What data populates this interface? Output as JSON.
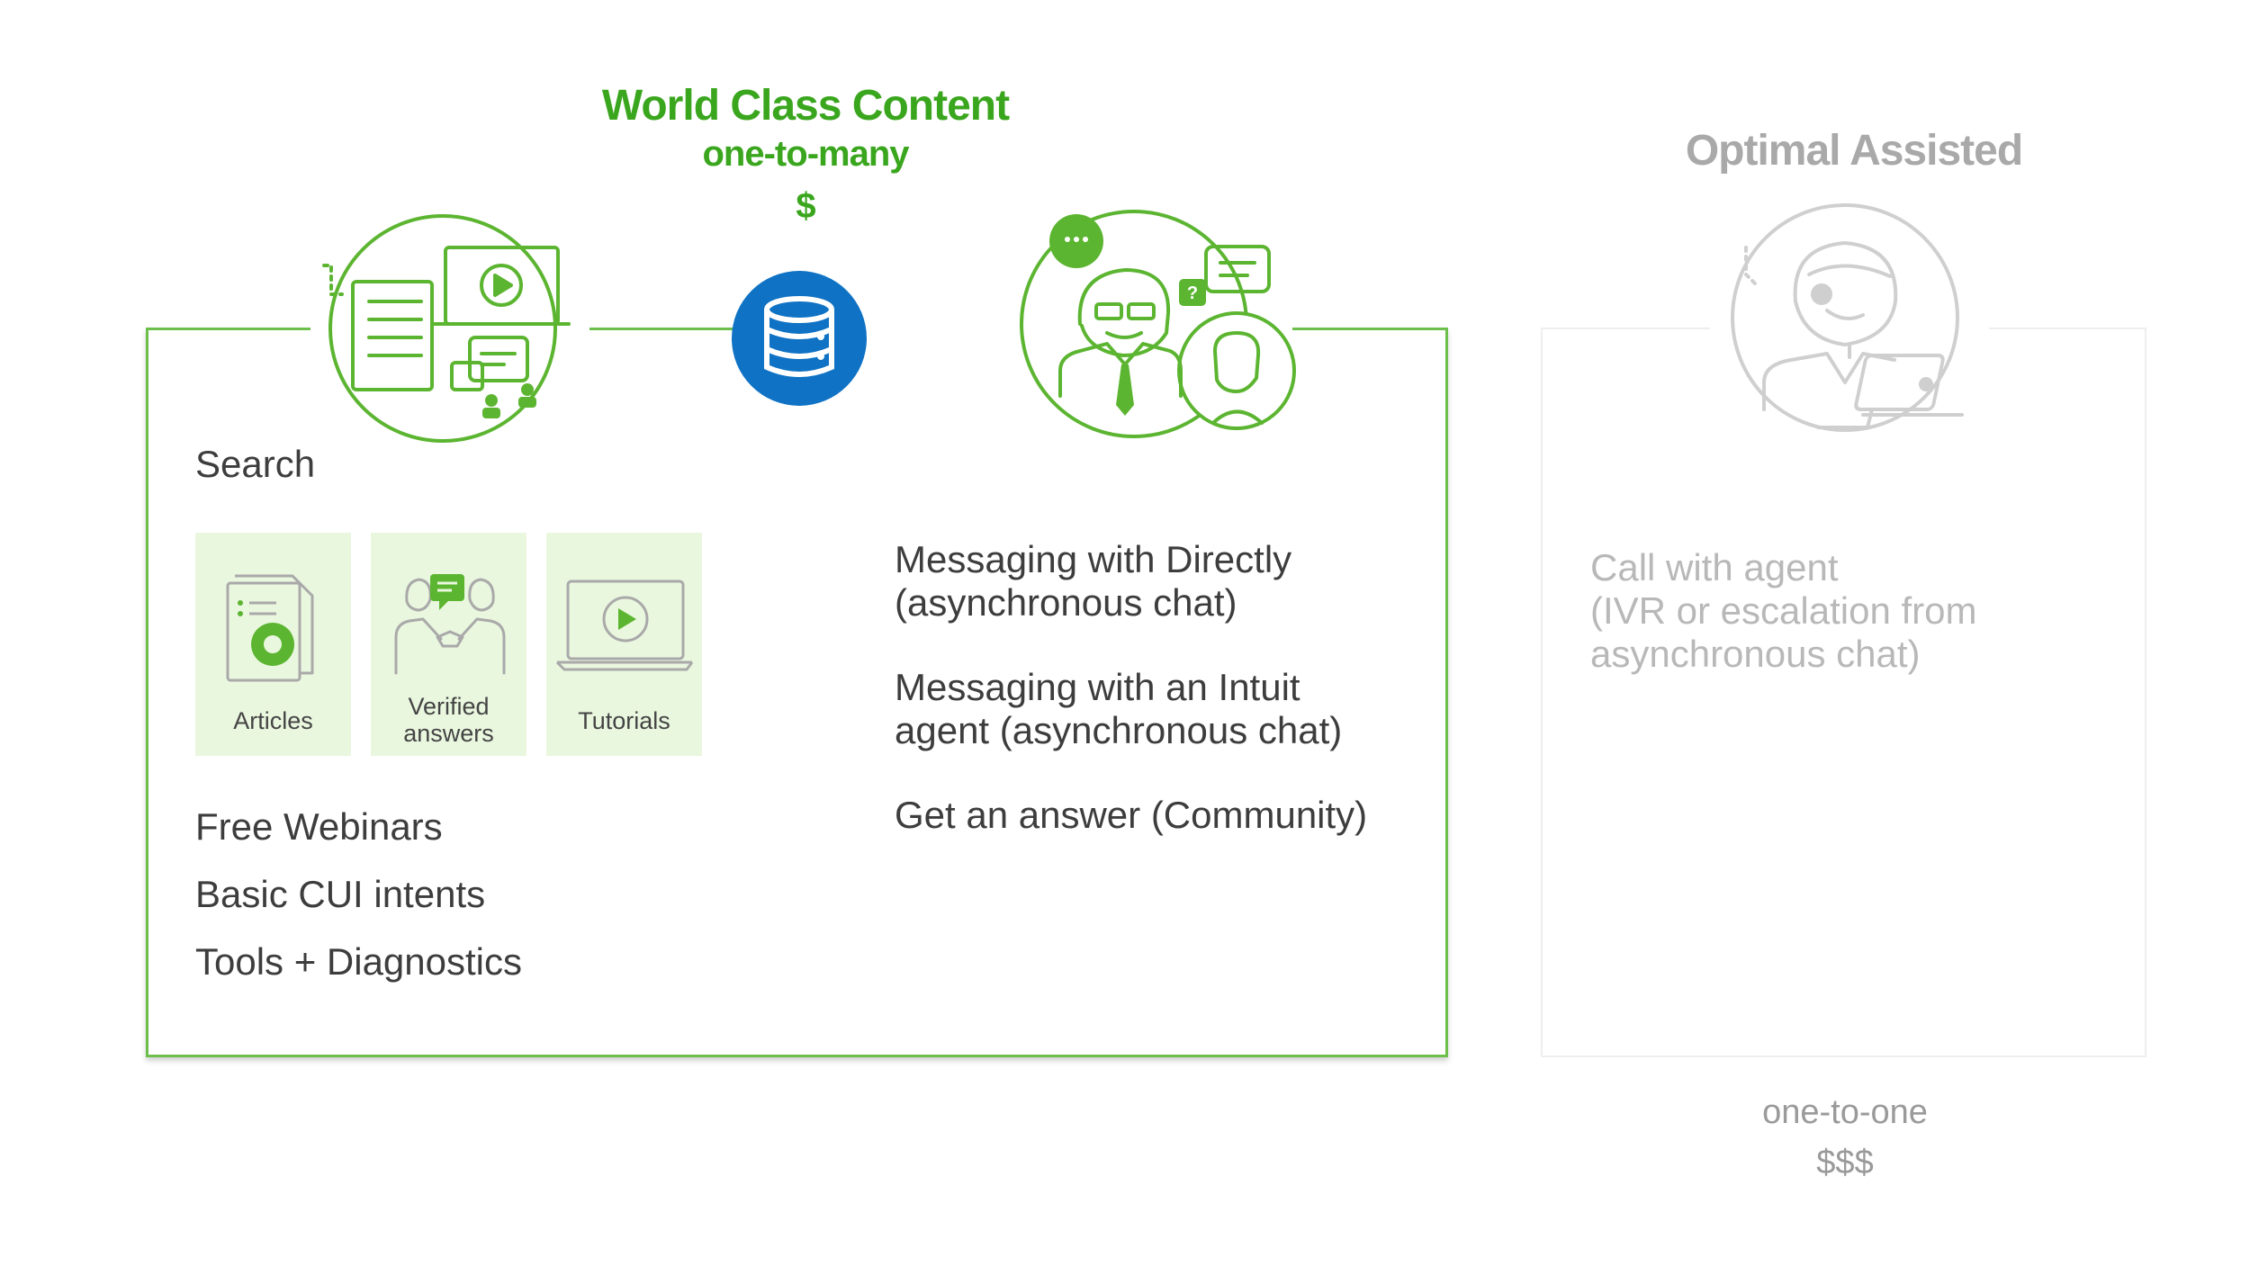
{
  "center_header": {
    "title": "World Class Content",
    "subtitle": "one-to-many",
    "cost": "$"
  },
  "right_header": {
    "title": "Optimal Assisted"
  },
  "left_section": {
    "search_label": "Search",
    "tiles": [
      {
        "label_line1": "Articles",
        "label_line2": ""
      },
      {
        "label_line1": "Verified",
        "label_line2": "answers"
      },
      {
        "label_line1": "Tutorials",
        "label_line2": ""
      }
    ],
    "list_items": [
      "Free Webinars",
      "Basic CUI intents",
      "Tools + Diagnostics"
    ]
  },
  "middle_section": {
    "items": [
      {
        "line1": "Messaging with Directly",
        "line2": "(asynchronous chat)"
      },
      {
        "line1": "Messaging with an Intuit",
        "line2": "agent (asynchronous chat)"
      },
      {
        "line1": "Get an answer (Community)",
        "line2": ""
      }
    ]
  },
  "right_section": {
    "lines": [
      "Call with agent",
      "(IVR or escalation from",
      "asynchronous chat)"
    ]
  },
  "right_footer": {
    "subtitle": "one-to-one",
    "cost": "$$$"
  },
  "icons": [
    "content-documents-icon",
    "database-icon",
    "agent-chat-icon",
    "headset-agent-icon",
    "article-icon",
    "handshake-icon",
    "tutorial-video-icon"
  ],
  "colors": {
    "brand_green": "#3aa61e",
    "icon_green": "#5cb531",
    "database_blue": "#0f72c4",
    "muted_gray": "#a9a9a9",
    "tile_bg": "#eaf7df"
  }
}
